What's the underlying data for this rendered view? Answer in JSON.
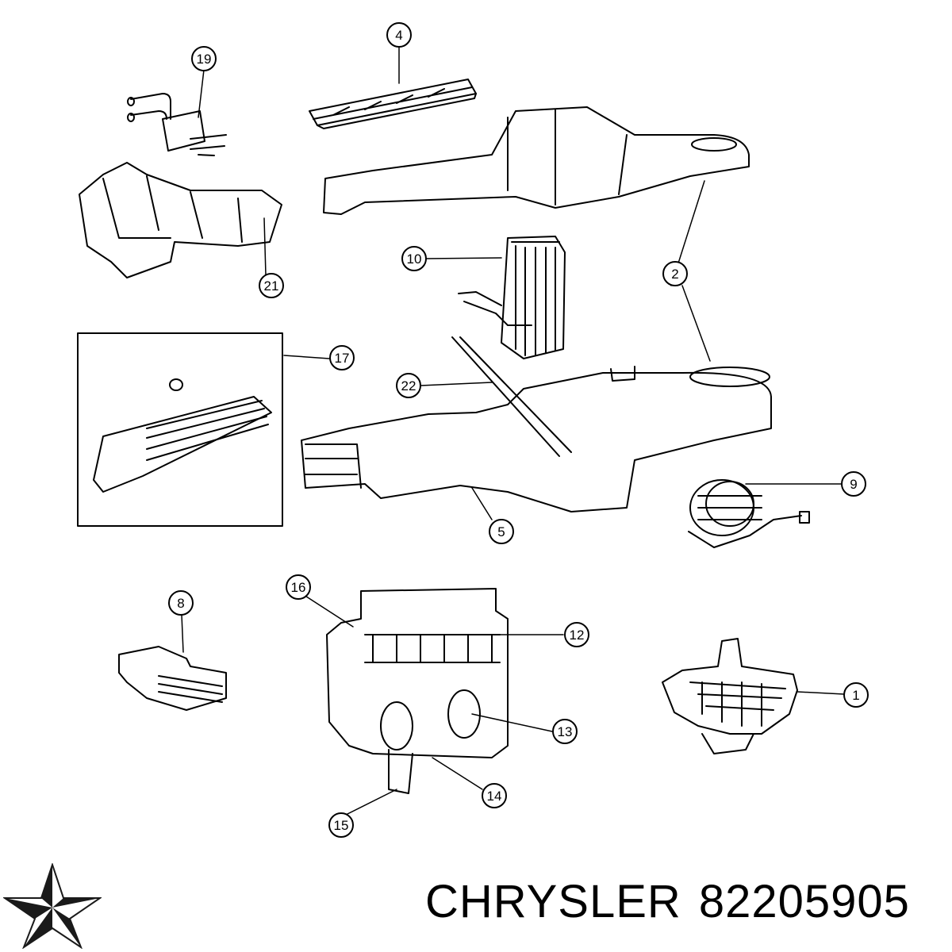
{
  "diagram": {
    "callouts": [
      "1",
      "2",
      "4",
      "5",
      "8",
      "9",
      "10",
      "12",
      "13",
      "14",
      "15",
      "16",
      "17",
      "19",
      "21",
      "22"
    ]
  },
  "footer": {
    "brand_name": "CHRYSLER",
    "part_number": "82205905"
  },
  "icons": {
    "logo": "chrysler-pentastar-icon"
  },
  "colors": {
    "ink": "#000000",
    "background": "#ffffff",
    "logo_shade": "#1a1a1a"
  }
}
